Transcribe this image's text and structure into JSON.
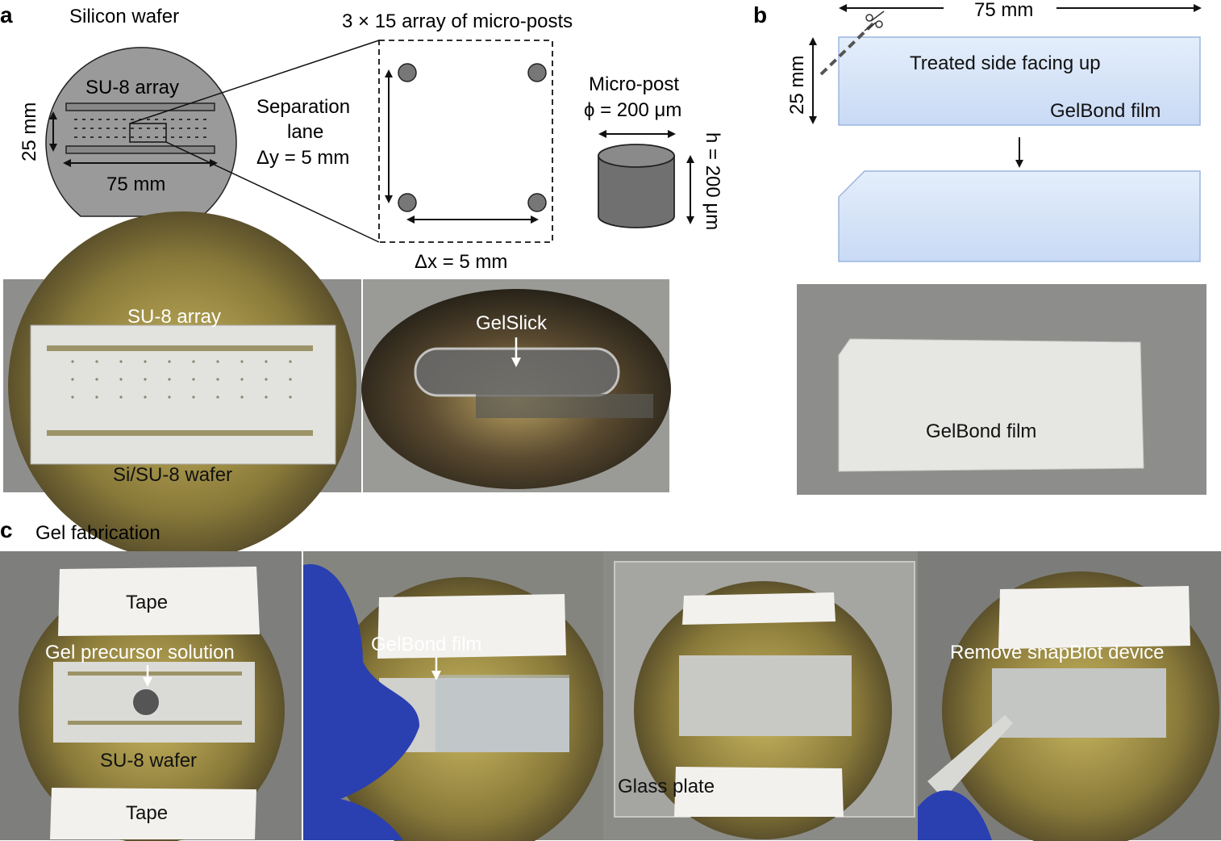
{
  "panel_a": {
    "letter": "a",
    "wafer_title": "Silicon wafer",
    "su8_array": "SU-8 array",
    "dim_25": "25 mm",
    "dim_75": "75 mm",
    "array_title": "3 × 15 array of micro-posts",
    "sep_lane_1": "Separation",
    "sep_lane_2": "lane",
    "sep_lane_3": "Δy = 5 mm",
    "dx": "Δx = 5 mm",
    "micropost_1": "Micro-post",
    "micropost_2": "ϕ = 200 μm",
    "height": "h = 200 μm",
    "photo1_top": "SU-8 array",
    "photo1_bottom": "Si/SU-8 wafer",
    "photo2_label": "GelSlick"
  },
  "panel_b": {
    "letter": "b",
    "dim_75": "75 mm",
    "dim_25": "25 mm",
    "treated": "Treated side facing up",
    "film": "GelBond film",
    "photo_label": "GelBond film"
  },
  "panel_c": {
    "letter": "c",
    "title": "Gel fabrication",
    "p1_tape_top": "Tape",
    "p1_solution": "Gel precursor solution",
    "p1_wafer": "SU-8 wafer",
    "p1_tape_bottom": "Tape",
    "p2_film": "GelBond film",
    "p3_glass": "Glass plate",
    "p4_remove": "Remove snapBlot device"
  },
  "colors": {
    "wafer_gray": "#9a9a9a",
    "film_blue": "#d6e4f8",
    "photo_gray": "#8c8c88",
    "glove_blue": "#2a3fb0"
  }
}
